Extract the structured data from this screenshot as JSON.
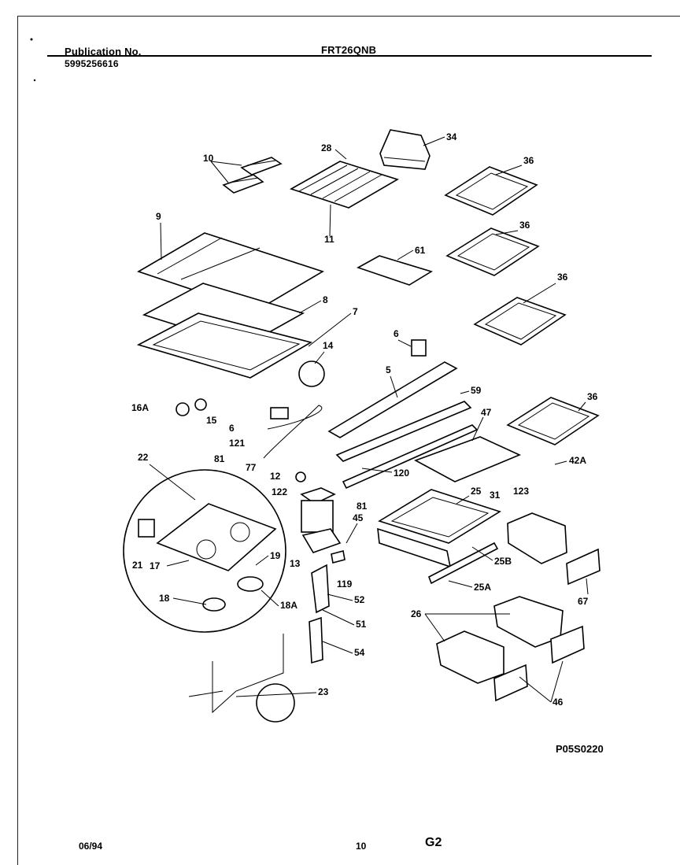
{
  "header": {
    "publication_label": "Publication No.",
    "publication_number": "5995256616",
    "model": "FRT26QNB"
  },
  "diagram": {
    "code": "P05S0220",
    "callouts": [
      "10",
      "28",
      "34",
      "36",
      "36",
      "36",
      "9",
      "11",
      "61",
      "8",
      "7",
      "6",
      "14",
      "5",
      "59",
      "16A",
      "15",
      "6",
      "121",
      "36",
      "47",
      "120",
      "42A",
      "12",
      "22",
      "81",
      "77",
      "122",
      "81",
      "25",
      "31",
      "123",
      "45",
      "21",
      "17",
      "19",
      "13",
      "25B",
      "119",
      "67",
      "18",
      "18A",
      "52",
      "25A",
      "26",
      "51",
      "54",
      "23",
      "46"
    ]
  },
  "footer": {
    "date": "06/94",
    "page": "10",
    "section": "G2"
  }
}
